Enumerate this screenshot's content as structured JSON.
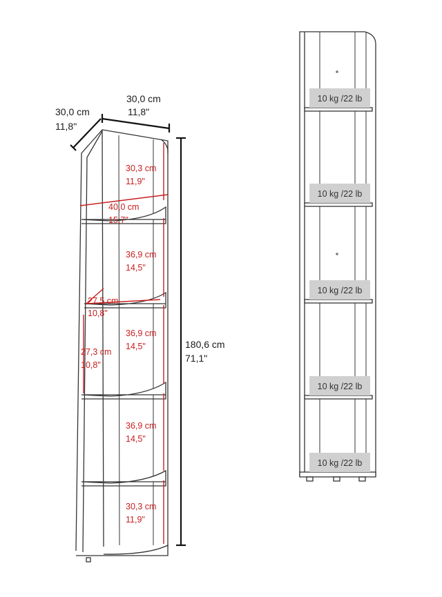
{
  "overall": {
    "width_cm": "30,0 cm",
    "width_in": "11,8\"",
    "depth_cm": "30,0 cm",
    "depth_in": "11,8\"",
    "height_cm": "180,6 cm",
    "height_in": "71,1\""
  },
  "compartments": [
    {
      "cm": "30,3 cm",
      "in": "11,9\""
    },
    {
      "cm": "36,9 cm",
      "in": "14,5\""
    },
    {
      "cm": "36,9 cm",
      "in": "14,5\""
    },
    {
      "cm": "36,9 cm",
      "in": "14,5\""
    },
    {
      "cm": "30,3 cm",
      "in": "11,9\""
    }
  ],
  "shelf_dims": [
    {
      "cm": "40,0 cm",
      "in": "15,7\""
    },
    {
      "cm": "27,5 cm",
      "in": "10,8\""
    },
    {
      "cm": "27,3 cm",
      "in": "10,8\""
    }
  ],
  "load_labels": [
    "10 kg /22 lb",
    "10 kg /22 lb",
    "10 kg /22 lb",
    "10 kg /22 lb",
    "10 kg /22 lb"
  ],
  "colors": {
    "dimension_red": "#c81e1e",
    "outline": "#333333",
    "label_bg": "#d0d0d0"
  }
}
